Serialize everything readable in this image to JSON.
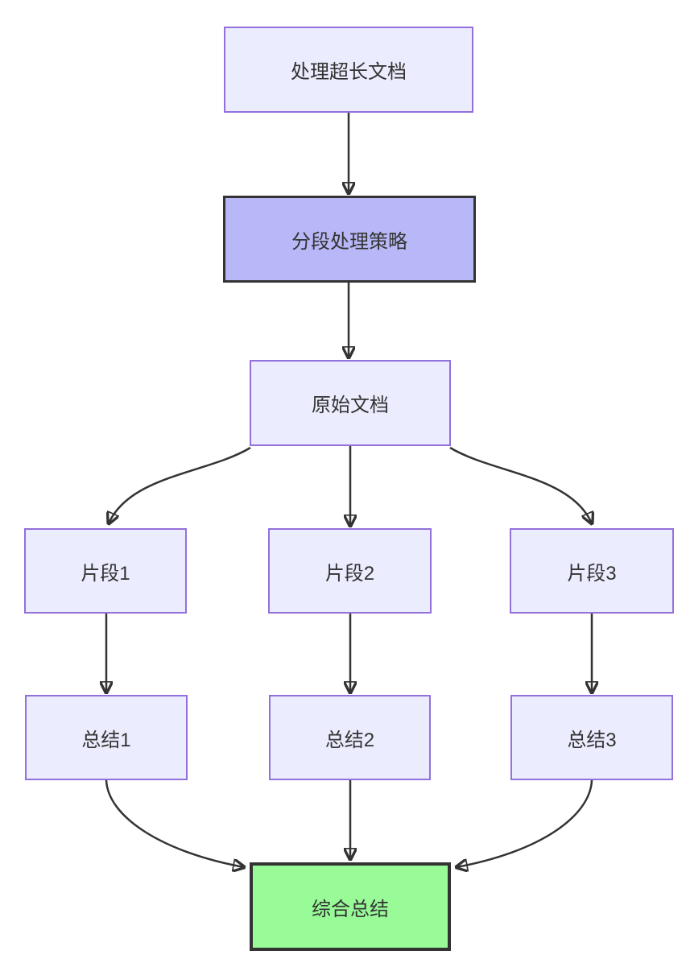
{
  "diagram": {
    "type": "flowchart",
    "direction": "top-down",
    "nodes": [
      {
        "id": "A",
        "label": "处理超长文档",
        "style": "default"
      },
      {
        "id": "B",
        "label": "分段处理策略",
        "style": "strategy"
      },
      {
        "id": "C",
        "label": "原始文档",
        "style": "default"
      },
      {
        "id": "D1",
        "label": "片段1",
        "style": "default"
      },
      {
        "id": "D2",
        "label": "片段2",
        "style": "default"
      },
      {
        "id": "D3",
        "label": "片段3",
        "style": "default"
      },
      {
        "id": "E1",
        "label": "总结1",
        "style": "default"
      },
      {
        "id": "E2",
        "label": "总结2",
        "style": "default"
      },
      {
        "id": "E3",
        "label": "总结3",
        "style": "default"
      },
      {
        "id": "F",
        "label": "综合总结",
        "style": "success"
      }
    ],
    "edges": [
      {
        "from": "A",
        "to": "B"
      },
      {
        "from": "B",
        "to": "C"
      },
      {
        "from": "C",
        "to": "D1"
      },
      {
        "from": "C",
        "to": "D2"
      },
      {
        "from": "C",
        "to": "D3"
      },
      {
        "from": "D1",
        "to": "E1"
      },
      {
        "from": "D2",
        "to": "E2"
      },
      {
        "from": "D3",
        "to": "E3"
      },
      {
        "from": "E1",
        "to": "F"
      },
      {
        "from": "E2",
        "to": "F"
      },
      {
        "from": "E3",
        "to": "F"
      }
    ],
    "colors": {
      "node_fill": "#ECECFF",
      "node_border": "#9370DB",
      "strategy_fill": "#B8B8F8",
      "strategy_border": "#333333",
      "success_fill": "#98FB98",
      "success_border": "#333333",
      "edge_color": "#333333",
      "text_color": "#333333",
      "bg_color": "#FFFFFF"
    }
  }
}
